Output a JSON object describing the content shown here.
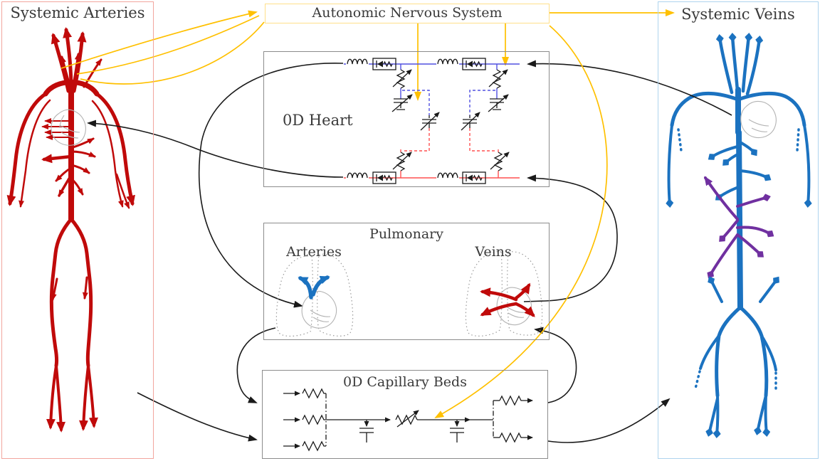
{
  "panels": {
    "systemic_arteries": {
      "title": "Systemic Arteries"
    },
    "ans": {
      "title": "Autonomic Nervous System"
    },
    "systemic_veins": {
      "title": "Systemic Veins"
    },
    "heart": {
      "title": "0D Heart"
    },
    "pulmonary": {
      "title": "Pulmonary",
      "arteries_label": "Arteries",
      "veins_label": "Veins"
    },
    "capillary": {
      "title": "0D Capillary Beds"
    }
  },
  "colors": {
    "text": "#3a3a3a",
    "arteries_border": "#f2a59e",
    "veins_border": "#aed4ee",
    "ans_border": "#ffe08a",
    "box_gray": "#8c8c8c",
    "artery_red": "#c00a0a",
    "vein_blue": "#1b72c0",
    "portal_purple": "#7030a0",
    "ans_signal": "#ffc000",
    "wire_blue": "#5151e0",
    "wire_red": "#ff5050",
    "line_black": "#1a1a1a",
    "sketch_gray": "#b3b3b3"
  },
  "diagram": {
    "edges": [
      {
        "from": "systemic-veins",
        "to": "0d-heart",
        "color": "black"
      },
      {
        "from": "pulmonary-veins",
        "to": "0d-heart",
        "color": "black"
      },
      {
        "from": "0d-heart",
        "to": "pulmonary-arteries",
        "color": "black"
      },
      {
        "from": "0d-heart",
        "to": "systemic-arteries",
        "color": "black"
      },
      {
        "from": "systemic-arteries",
        "to": "0d-capillary-beds",
        "color": "black"
      },
      {
        "from": "pulmonary-arteries",
        "to": "0d-capillary-beds",
        "color": "black"
      },
      {
        "from": "0d-capillary-beds",
        "to": "pulmonary-veins",
        "color": "black"
      },
      {
        "from": "0d-capillary-beds",
        "to": "systemic-veins",
        "color": "black"
      },
      {
        "from": "systemic-arteries",
        "to": "autonomic-nervous-system",
        "color": "yellow"
      },
      {
        "from": "autonomic-nervous-system",
        "to": "systemic-veins",
        "color": "yellow"
      },
      {
        "from": "autonomic-nervous-system",
        "to": "0d-heart-left",
        "color": "yellow"
      },
      {
        "from": "autonomic-nervous-system",
        "to": "0d-heart-right",
        "color": "yellow"
      },
      {
        "from": "autonomic-nervous-system",
        "to": "0d-capillary-beds",
        "color": "yellow"
      }
    ]
  }
}
